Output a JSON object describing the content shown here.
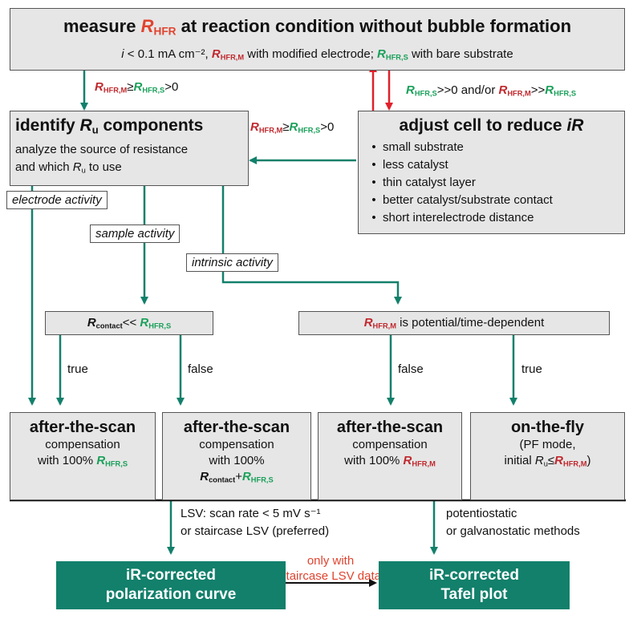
{
  "top": {
    "title_pre": "measure ",
    "title_var": "R",
    "title_sub": "HFR",
    "title_post": " at reaction condition without bubble formation",
    "sub_i": "i",
    "sub_text1": " < 0.1 mA cm⁻², ",
    "sub_R1": "R",
    "sub_R1_sub": "HFR,M",
    "sub_text2": " with modified electrode; ",
    "sub_R2": "R",
    "sub_R2_sub": "HFR,S",
    "sub_text3": " with bare substrate"
  },
  "conds": {
    "left_R1": "R",
    "left_R1_sub": "HFR,M",
    "left_op": "≥",
    "left_R2": "R",
    "left_R2_sub": "HFR,S",
    "left_tail": ">0",
    "right_R1": "R",
    "right_R1_sub": "HFR,S",
    "right_mid": ">>0 and/or ",
    "right_R2": "R",
    "right_R2_sub": "HFR,M",
    "right_op": ">>",
    "right_R3": "R",
    "right_R3_sub": "HFR,S",
    "mid_R1": "R",
    "mid_R1_sub": "HFR,M",
    "mid_op": "≥",
    "mid_R2": "R",
    "mid_R2_sub": "HFR,S",
    "mid_tail": ">0"
  },
  "identify": {
    "title_pre": "identify ",
    "title_R": "R",
    "title_sub": "u",
    "title_post": " components",
    "line1": "analyze the source of resistance",
    "line2_pre": "and which ",
    "line2_R": "R",
    "line2_sub": "u",
    "line2_post": " to use"
  },
  "adjust": {
    "title_pre": "adjust cell to reduce ",
    "title_var": "iR",
    "items": [
      "small substrate",
      "less catalyst",
      "thin catalyst layer",
      "better catalyst/substrate contact",
      "short interelectrode distance"
    ]
  },
  "tags": {
    "electrode": "electrode activity",
    "sample": "sample activity",
    "intrinsic": "intrinsic activity"
  },
  "decisions": {
    "contact_R": "R",
    "contact_sub": "contact",
    "contact_op": "<< ",
    "contact_R2": "R",
    "contact_R2_sub": "HFR,S",
    "potential_R": "R",
    "potential_sub": "HFR,M",
    "potential_text": " is potential/time-dependent"
  },
  "branch_labels": {
    "true1": "true",
    "false1": "false",
    "false2": "false",
    "true2": "true"
  },
  "comp": [
    {
      "h": "after-the-scan",
      "l1": "compensation",
      "l2": "with 100% ",
      "R": "R",
      "Rsub": "HFR,S"
    },
    {
      "h": "after-the-scan",
      "l1": "compensation",
      "l2": "with 100%",
      "R": "R",
      "Rsub": "contact",
      "plus": "+",
      "R2": "R",
      "R2sub": "HFR,S"
    },
    {
      "h": "after-the-scan",
      "l1": "compensation",
      "l2": "with 100% ",
      "R": "R",
      "Rsub": "HFR,M"
    },
    {
      "h": "on-the-fly",
      "l1": "(PF mode,",
      "l2": "initial ",
      "R": "R",
      "Rsub": "u",
      "op": "≤",
      "R2": "R",
      "R2sub": "HFR,M",
      "tail": ")"
    }
  ],
  "bottom": {
    "lsv1": "LSV: scan rate < 5 mV s⁻¹",
    "lsv2": "or staircase LSV (preferred)",
    "pot1": "potentiostatic",
    "pot2": "or galvanostatic methods",
    "only1": "only with",
    "only2": "staircase LSV data",
    "out1_l1": "iR-corrected",
    "out1_l2": "polarization curve",
    "out2_l1": "iR-corrected",
    "out2_l2": "Tafel plot"
  },
  "colors": {
    "teal": "#12806b",
    "red": "#c0282d",
    "green": "#1aa05a",
    "orange": "#e0432f",
    "arrow_red": "#e0202a"
  }
}
